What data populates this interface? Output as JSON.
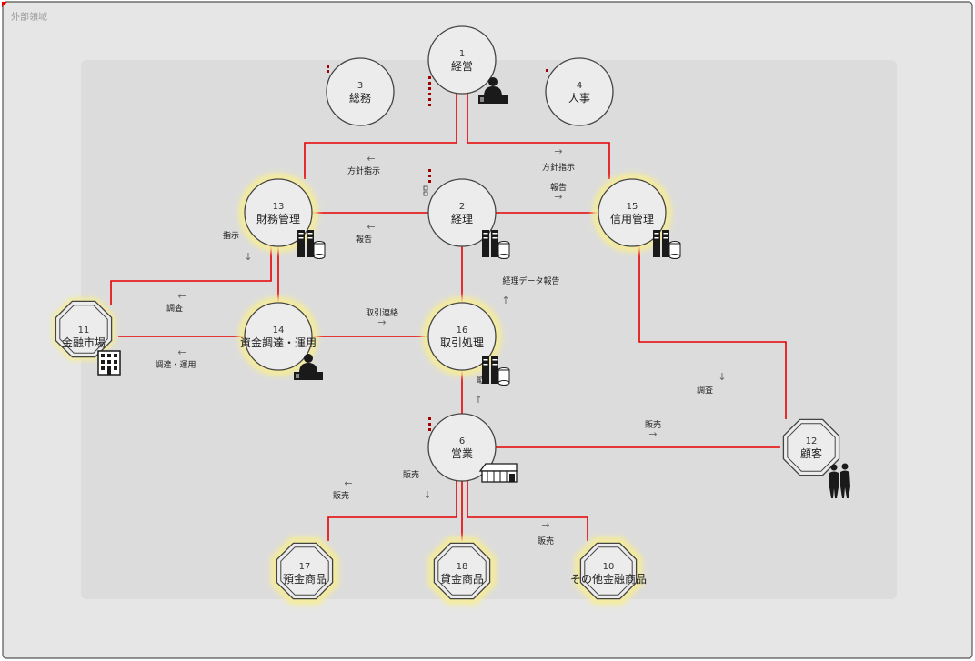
{
  "outer_area": {
    "label": "外部領域"
  },
  "nodes": [
    {
      "key": "n1",
      "id": "1",
      "name": "経営",
      "shape": "circle",
      "halo": false
    },
    {
      "key": "n3",
      "id": "3",
      "name": "総務",
      "shape": "circle",
      "halo": false
    },
    {
      "key": "n4",
      "id": "4",
      "name": "人事",
      "shape": "circle",
      "halo": false
    },
    {
      "key": "n2",
      "id": "2",
      "name": "経理",
      "shape": "circle",
      "halo": false
    },
    {
      "key": "n13",
      "id": "13",
      "name": "財務管理",
      "shape": "circle",
      "halo": true
    },
    {
      "key": "n15",
      "id": "15",
      "name": "信用管理",
      "shape": "circle",
      "halo": true
    },
    {
      "key": "n14",
      "id": "14",
      "name": "資金調達・運用",
      "shape": "circle",
      "halo": true
    },
    {
      "key": "n16",
      "id": "16",
      "name": "取引処理",
      "shape": "circle",
      "halo": true
    },
    {
      "key": "n11",
      "id": "11",
      "name": "金融市場",
      "shape": "octagon",
      "halo": true
    },
    {
      "key": "n6",
      "id": "6",
      "name": "営業",
      "shape": "circle",
      "halo": false
    },
    {
      "key": "n12",
      "id": "12",
      "name": "顧客",
      "shape": "octagon",
      "halo": false
    },
    {
      "key": "n17",
      "id": "17",
      "name": "預金商品",
      "shape": "octagon",
      "halo": true
    },
    {
      "key": "n18",
      "id": "18",
      "name": "貸金商品",
      "shape": "octagon",
      "halo": true
    },
    {
      "key": "n10",
      "id": "10",
      "name": "その他金融商品",
      "shape": "octagon",
      "halo": true
    }
  ],
  "edge_labels": [
    {
      "key": "l1",
      "text": "方針指示",
      "arrow": "←"
    },
    {
      "key": "l2",
      "text": "方針指示",
      "arrow": "→"
    },
    {
      "key": "l3",
      "text": "報告",
      "arrow": "→",
      "arrow_below": true
    },
    {
      "key": "l4",
      "text": "報告",
      "arrow": "←"
    },
    {
      "key": "l5",
      "text": "指示",
      "arrow": "↓",
      "arrow_below": true
    },
    {
      "key": "l6",
      "text": "経理データ報告",
      "arrow": "↑",
      "arrow_below": true
    },
    {
      "key": "l7",
      "text": "調査",
      "arrow": "←"
    },
    {
      "key": "l8",
      "text": "調達・運用",
      "arrow": "←"
    },
    {
      "key": "l9",
      "text": "取引連絡",
      "arrow": "→",
      "arrow_below": true
    },
    {
      "key": "l10",
      "text": "調査",
      "arrow": "↓"
    },
    {
      "key": "l11",
      "text": "販売",
      "arrow": "→",
      "arrow_below": true
    },
    {
      "key": "l12",
      "text": "販売",
      "arrow": "←"
    },
    {
      "key": "l13",
      "text": "販売",
      "arrow": "↓",
      "arrow_below": true
    },
    {
      "key": "l14",
      "text": "販売",
      "arrow": "→"
    },
    {
      "key": "l15",
      "text": "取",
      "arrow": "↑"
    }
  ],
  "colors": {
    "connector": "#e60000",
    "halo": "#f5ec9a",
    "outer_bg": "#e6e6e6",
    "inner_bg": "#dcdcdc",
    "node_fill": "#ececec"
  }
}
